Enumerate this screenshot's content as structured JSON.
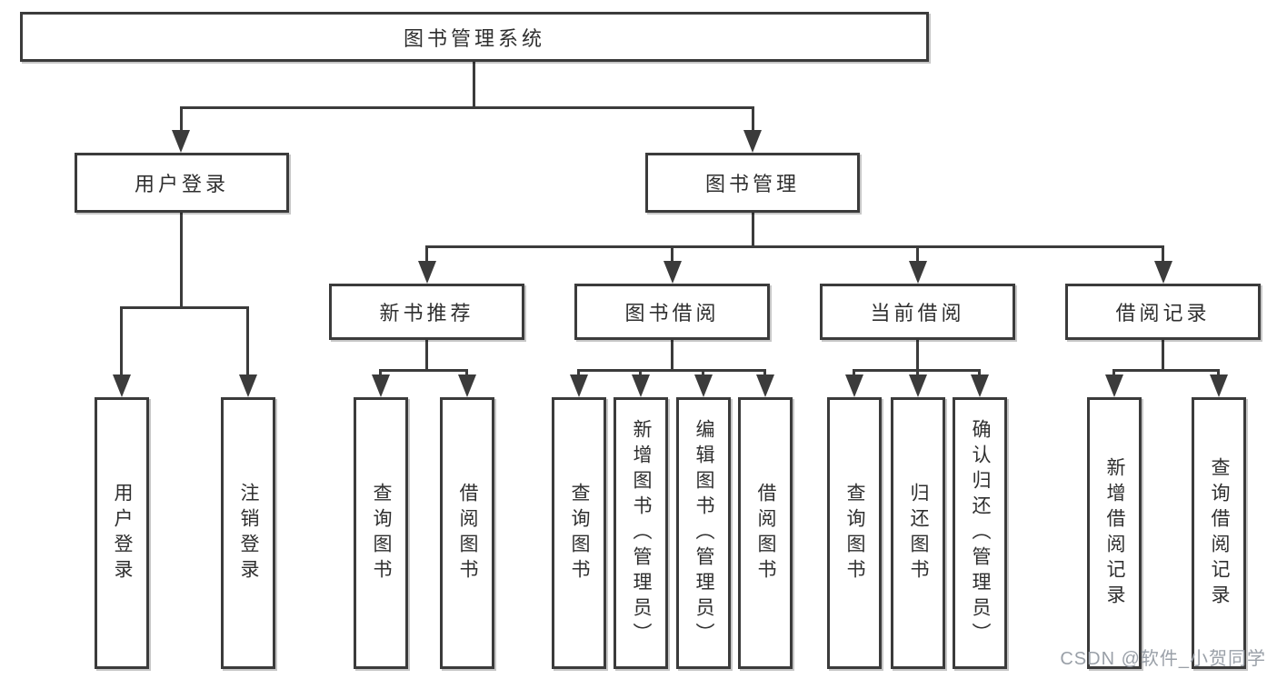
{
  "tree": {
    "root": {
      "label": "图书管理系统"
    },
    "login": {
      "label": "用户登录",
      "children": [
        {
          "label": "用户登录"
        },
        {
          "label": "注销登录"
        }
      ]
    },
    "mgmt": {
      "label": "图书管理",
      "sections": [
        {
          "label": "新书推荐",
          "children": [
            {
              "label": "查询图书"
            },
            {
              "label": "借阅图书"
            }
          ]
        },
        {
          "label": "图书借阅",
          "children": [
            {
              "label": "查询图书"
            },
            {
              "label": "新增图书（管理员）"
            },
            {
              "label": "编辑图书（管理员）"
            },
            {
              "label": "借阅图书"
            }
          ]
        },
        {
          "label": "当前借阅",
          "children": [
            {
              "label": "查询图书"
            },
            {
              "label": "归还图书"
            },
            {
              "label": "确认归还（管理员）"
            }
          ]
        },
        {
          "label": "借阅记录",
          "children": [
            {
              "label": "新增借阅记录"
            },
            {
              "label": "查询借阅记录"
            }
          ]
        }
      ]
    }
  },
  "watermark": {
    "text": "CSDN @软件_小贺同学"
  },
  "colors": {
    "line": "#3b3b3b",
    "text": "#2f2f2f",
    "watermark": "#9aa0a8",
    "background": "#ffffff"
  }
}
